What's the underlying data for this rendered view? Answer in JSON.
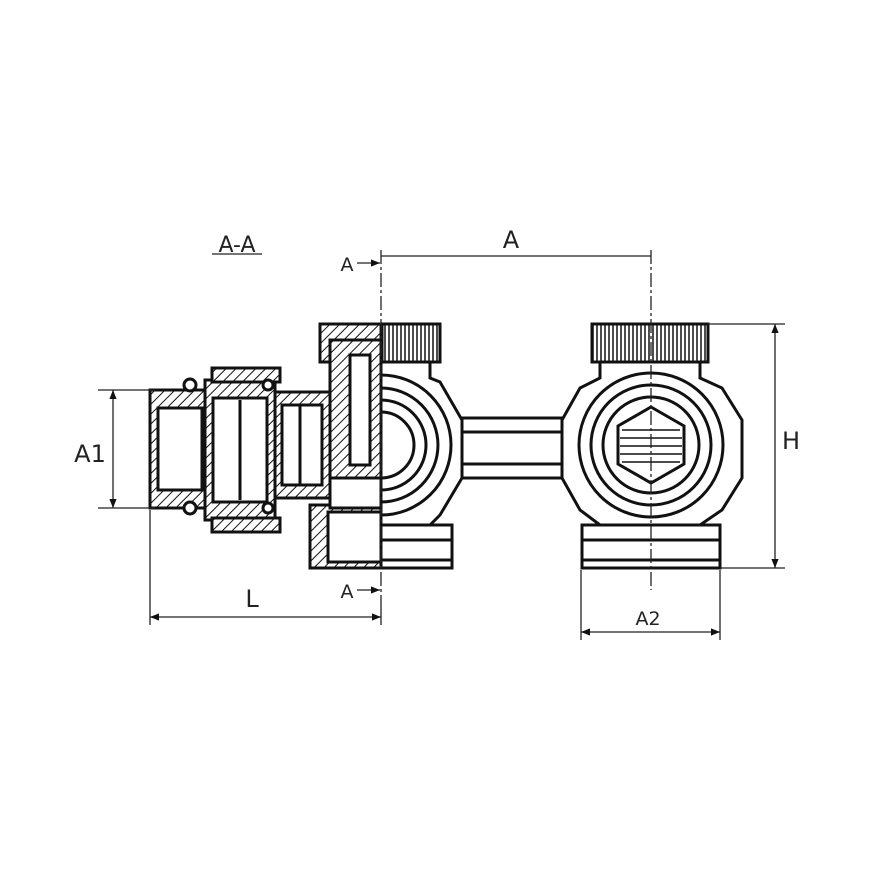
{
  "drawing": {
    "section_title": "A-A",
    "section_marker_top": "A",
    "section_marker_bottom": "A",
    "dimensions": {
      "center_distance": "A",
      "inlet_size": "A1",
      "outlet_size": "A2",
      "height": "H",
      "length": "L"
    },
    "colors": {
      "line": "#1a1a1a",
      "background": "#ffffff"
    }
  }
}
